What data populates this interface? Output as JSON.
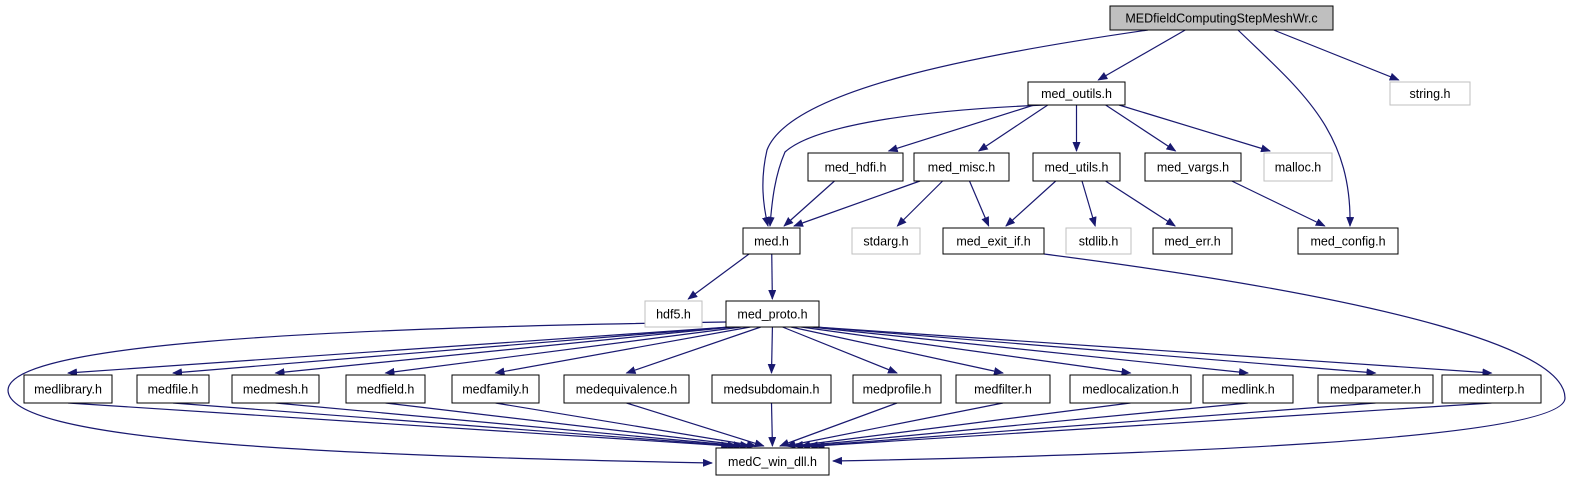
{
  "colors": {
    "edge": "#191970",
    "root_fill": "#bfbfbf",
    "node_fill": "#ffffff",
    "node_border": "#000000",
    "external_border": "#bfbfbf",
    "external_text": "#7f7f7f"
  },
  "nodes": [
    {
      "id": "root",
      "label": "MEDfieldComputingStepMeshWr.c",
      "kind": "root"
    },
    {
      "id": "med_outils",
      "label": "med_outils.h",
      "kind": "local"
    },
    {
      "id": "string",
      "label": "string.h",
      "kind": "external"
    },
    {
      "id": "med_hdfi",
      "label": "med_hdfi.h",
      "kind": "local"
    },
    {
      "id": "med_misc",
      "label": "med_misc.h",
      "kind": "local"
    },
    {
      "id": "med_utils",
      "label": "med_utils.h",
      "kind": "local"
    },
    {
      "id": "med_vargs",
      "label": "med_vargs.h",
      "kind": "local"
    },
    {
      "id": "malloc",
      "label": "malloc.h",
      "kind": "external"
    },
    {
      "id": "med",
      "label": "med.h",
      "kind": "local"
    },
    {
      "id": "stdarg",
      "label": "stdarg.h",
      "kind": "external"
    },
    {
      "id": "med_exit_if",
      "label": "med_exit_if.h",
      "kind": "local"
    },
    {
      "id": "stdlib",
      "label": "stdlib.h",
      "kind": "external"
    },
    {
      "id": "med_err",
      "label": "med_err.h",
      "kind": "local"
    },
    {
      "id": "med_config",
      "label": "med_config.h",
      "kind": "local"
    },
    {
      "id": "hdf5",
      "label": "hdf5.h",
      "kind": "external"
    },
    {
      "id": "med_proto",
      "label": "med_proto.h",
      "kind": "local"
    },
    {
      "id": "medlibrary",
      "label": "medlibrary.h",
      "kind": "local"
    },
    {
      "id": "medfile",
      "label": "medfile.h",
      "kind": "local"
    },
    {
      "id": "medmesh",
      "label": "medmesh.h",
      "kind": "local"
    },
    {
      "id": "medfield",
      "label": "medfield.h",
      "kind": "local"
    },
    {
      "id": "medfamily",
      "label": "medfamily.h",
      "kind": "local"
    },
    {
      "id": "medequivalence",
      "label": "medequivalence.h",
      "kind": "local"
    },
    {
      "id": "medsubdomain",
      "label": "medsubdomain.h",
      "kind": "local"
    },
    {
      "id": "medprofile",
      "label": "medprofile.h",
      "kind": "local"
    },
    {
      "id": "medfilter",
      "label": "medfilter.h",
      "kind": "local"
    },
    {
      "id": "medlocalization",
      "label": "medlocalization.h",
      "kind": "local"
    },
    {
      "id": "medlink",
      "label": "medlink.h",
      "kind": "local"
    },
    {
      "id": "medparameter",
      "label": "medparameter.h",
      "kind": "local"
    },
    {
      "id": "medinterp",
      "label": "medinterp.h",
      "kind": "local"
    },
    {
      "id": "medC_win_dll",
      "label": "medC_win_dll.h",
      "kind": "local"
    }
  ],
  "edges": [
    {
      "from": "root",
      "to": "med_outils"
    },
    {
      "from": "root",
      "to": "med"
    },
    {
      "from": "root",
      "to": "string"
    },
    {
      "from": "root",
      "to": "med_config"
    },
    {
      "from": "med_outils",
      "to": "med"
    },
    {
      "from": "med_outils",
      "to": "med_hdfi"
    },
    {
      "from": "med_outils",
      "to": "med_misc"
    },
    {
      "from": "med_outils",
      "to": "med_utils"
    },
    {
      "from": "med_outils",
      "to": "med_vargs"
    },
    {
      "from": "med_outils",
      "to": "malloc"
    },
    {
      "from": "med_hdfi",
      "to": "med"
    },
    {
      "from": "med_misc",
      "to": "med"
    },
    {
      "from": "med_misc",
      "to": "stdarg"
    },
    {
      "from": "med_misc",
      "to": "med_exit_if"
    },
    {
      "from": "med_utils",
      "to": "med_exit_if"
    },
    {
      "from": "med_utils",
      "to": "stdlib"
    },
    {
      "from": "med_utils",
      "to": "med_err"
    },
    {
      "from": "med_vargs",
      "to": "med_config"
    },
    {
      "from": "med",
      "to": "hdf5"
    },
    {
      "from": "med",
      "to": "med_proto"
    },
    {
      "from": "med_exit_if",
      "to": "medC_win_dll"
    },
    {
      "from": "med_proto",
      "to": "medlibrary"
    },
    {
      "from": "med_proto",
      "to": "medfile"
    },
    {
      "from": "med_proto",
      "to": "medmesh"
    },
    {
      "from": "med_proto",
      "to": "medfield"
    },
    {
      "from": "med_proto",
      "to": "medfamily"
    },
    {
      "from": "med_proto",
      "to": "medequivalence"
    },
    {
      "from": "med_proto",
      "to": "medsubdomain"
    },
    {
      "from": "med_proto",
      "to": "medprofile"
    },
    {
      "from": "med_proto",
      "to": "medfilter"
    },
    {
      "from": "med_proto",
      "to": "medlocalization"
    },
    {
      "from": "med_proto",
      "to": "medlink"
    },
    {
      "from": "med_proto",
      "to": "medparameter"
    },
    {
      "from": "med_proto",
      "to": "medinterp"
    },
    {
      "from": "med_proto",
      "to": "medC_win_dll"
    },
    {
      "from": "medlibrary",
      "to": "medC_win_dll"
    },
    {
      "from": "medfile",
      "to": "medC_win_dll"
    },
    {
      "from": "medmesh",
      "to": "medC_win_dll"
    },
    {
      "from": "medfield",
      "to": "medC_win_dll"
    },
    {
      "from": "medfamily",
      "to": "medC_win_dll"
    },
    {
      "from": "medequivalence",
      "to": "medC_win_dll"
    },
    {
      "from": "medsubdomain",
      "to": "medC_win_dll"
    },
    {
      "from": "medprofile",
      "to": "medC_win_dll"
    },
    {
      "from": "medfilter",
      "to": "medC_win_dll"
    },
    {
      "from": "medlocalization",
      "to": "medC_win_dll"
    },
    {
      "from": "medlink",
      "to": "medC_win_dll"
    },
    {
      "from": "medparameter",
      "to": "medC_win_dll"
    },
    {
      "from": "medinterp",
      "to": "medC_win_dll"
    }
  ]
}
